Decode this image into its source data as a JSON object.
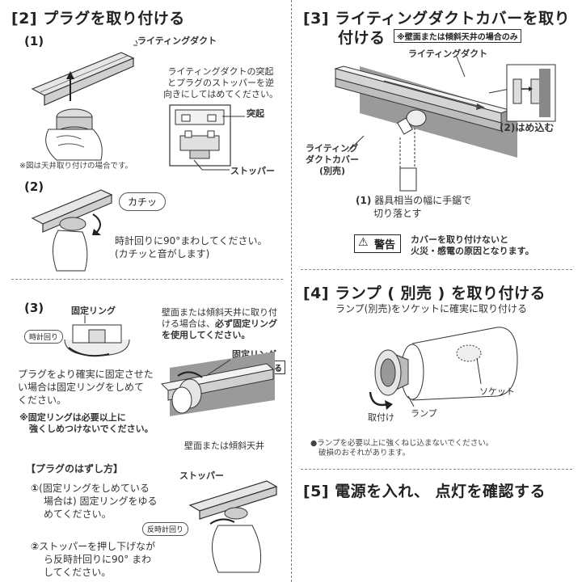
{
  "s2": {
    "title": "[2] プラグを取り付ける",
    "s1_num": "(1)",
    "s1_label_duct": "ライティングダクト",
    "s1_desc": [
      "ライティングダクトの突起",
      "とプラグのストッパーを逆",
      "向きにしてはめてください。"
    ],
    "s1_label_protrusion": "突起",
    "s1_label_stopper": "ストッパー",
    "s1_note": "※図は天井取り付けの場合です。",
    "s2_num": "(2)",
    "s2_bubble": "カチッ",
    "s2_desc": [
      "時計回りに90°まわしてください。",
      "(カチッと音がします)"
    ],
    "s3_num": "(3)",
    "s3_label_ring": "固定リング",
    "s3_pill_cw": "時計回り",
    "s3_desc": [
      "プラグをより確実に固定させた",
      "い場合は固定リングをしめて",
      "ください。"
    ],
    "s3_warn": [
      "※固定リングは必要以上に",
      "強くしめつけないでください。"
    ],
    "s3_right_desc_a": [
      "壁面または傾斜天井に取り付",
      "ける場合は、"
    ],
    "s3_right_desc_bold": "必ず固定リング",
    "s3_right_desc_b": "を使用してください。",
    "s3_label_ring2": "固定リング",
    "s3_label_required": "必ず使用する",
    "s3_caption": "壁面または傾斜天井"
  },
  "remove": {
    "title": "【プラグのはずし方】",
    "label_stopper": "ストッパー",
    "pill_ccw": "反時計回り",
    "item1_num": "①",
    "item1": [
      "(固定リングをしめている",
      "場合は) 固定リングをゆる",
      "めてください。"
    ],
    "item2_num": "②",
    "item2": [
      "ストッパーを押し下げなが",
      "ら反時計回りに90° まわ",
      "してください。"
    ]
  },
  "s3": {
    "title_a": "[3] ライティングダクトカバーを取り",
    "title_b": "付ける",
    "title_note": "※壁面または傾斜天井の場合のみ",
    "label_duct": "ライティングダクト",
    "label_cover": [
      "ライティング",
      "ダクトカバー",
      "(別売)"
    ],
    "label_fit": "(2)はめ込む",
    "step1_num": "(1)",
    "step1": [
      "器具相当の幅に手鋸で",
      "切り落とす"
    ],
    "warn_badge": "警告",
    "warn_text": [
      "カバーを取り付けないと",
      "火災・感電の原因となります。"
    ]
  },
  "s4": {
    "title": "[4] ランプ ( 別売 ) を取り付ける",
    "subtitle": "ランプ(別売)をソケットに確実に取り付ける",
    "label_socket": "ソケット",
    "label_lamp": "ランプ",
    "label_install": "取付け",
    "note": [
      "●ランプを必要以上に強くねじ込まないでください。",
      "破損のおそれがあります。"
    ]
  },
  "s5": {
    "title": "[5] 電源を入れ、 点灯を確認する"
  }
}
